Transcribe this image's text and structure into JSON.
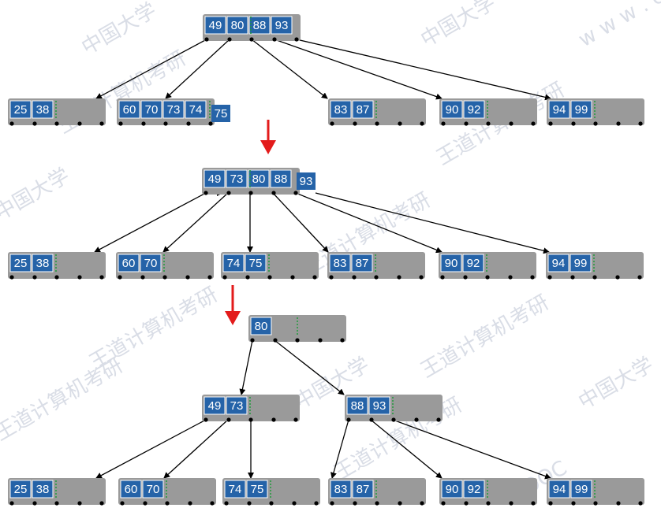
{
  "stages": [
    {
      "id": "stage1",
      "root": {
        "keys": [
          "49",
          "80",
          "88",
          "93"
        ]
      },
      "overflow_key": null,
      "children": [
        {
          "keys": [
            "25",
            "38"
          ]
        },
        {
          "keys": [
            "60",
            "70",
            "73",
            "74"
          ],
          "overflow_key": "75"
        },
        {
          "keys": [
            "83",
            "87"
          ]
        },
        {
          "keys": [
            "90",
            "92"
          ]
        },
        {
          "keys": [
            "94",
            "99"
          ]
        }
      ]
    },
    {
      "id": "stage2",
      "root": {
        "keys": [
          "49",
          "73",
          "80",
          "88"
        ],
        "overflow_key": "93"
      },
      "children": [
        {
          "keys": [
            "25",
            "38"
          ]
        },
        {
          "keys": [
            "60",
            "70"
          ]
        },
        {
          "keys": [
            "74",
            "75"
          ]
        },
        {
          "keys": [
            "83",
            "87"
          ]
        },
        {
          "keys": [
            "90",
            "92"
          ]
        },
        {
          "keys": [
            "94",
            "99"
          ]
        }
      ]
    },
    {
      "id": "stage3",
      "root": {
        "keys": [
          "80"
        ]
      },
      "internal": [
        {
          "keys": [
            "49",
            "73"
          ]
        },
        {
          "keys": [
            "88",
            "93"
          ]
        }
      ],
      "leaves": [
        {
          "keys": [
            "25",
            "38"
          ]
        },
        {
          "keys": [
            "60",
            "70"
          ]
        },
        {
          "keys": [
            "74",
            "75"
          ]
        },
        {
          "keys": [
            "83",
            "87"
          ]
        },
        {
          "keys": [
            "90",
            "92"
          ]
        },
        {
          "keys": [
            "94",
            "99"
          ]
        }
      ]
    }
  ],
  "transition_arrow_count": 2,
  "watermarks": [
    "中国大学",
    "王道计算机考研",
    "MOOC",
    "w w w . c s k a o y a n . c o m"
  ],
  "colors": {
    "node_fill": "#9a9a9a",
    "key_fill": "#2563a8",
    "key_border": "#ffffff",
    "divider": "#1f9a3a",
    "edge": "#000000",
    "transition_arrow": "#e31b1b",
    "watermark": "#d9dde6"
  }
}
